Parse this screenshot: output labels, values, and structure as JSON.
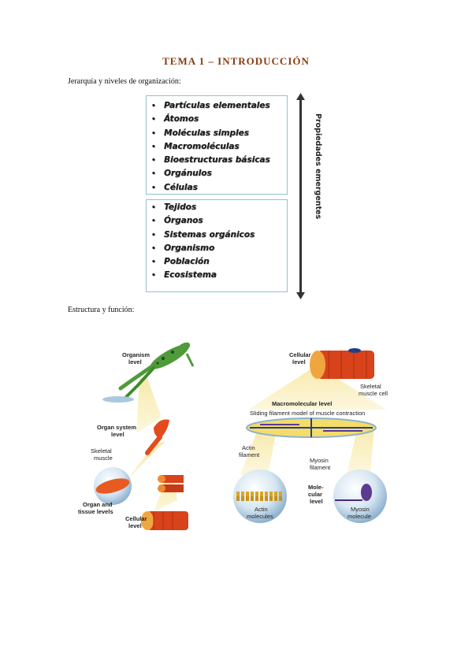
{
  "title": "TEMA 1 – INTRODUCCIÓN",
  "section1_heading": "Jerarquía y niveles de organización:",
  "list_top": [
    "Partículas elementales",
    "Átomos",
    "Moléculas simples",
    "Macromoléculas",
    "Bioestructuras básicas",
    "Orgánulos",
    "Células"
  ],
  "list_bottom": [
    "Tejidos",
    "Órganos",
    "Sistemas orgánicos",
    "Organismo",
    "Población",
    "Ecosistema"
  ],
  "vertical_label": "Propiedades emergentes",
  "section2_heading": "Estructura y función:",
  "figure": {
    "organism_level": [
      "Organism",
      "level"
    ],
    "organ_system_level": [
      "Organ system",
      "level"
    ],
    "skeletal_muscle": [
      "Skeletal",
      "muscle"
    ],
    "organ_tissue_levels": [
      "Organ and",
      "tissue levels"
    ],
    "cellular_level_small": [
      "Cellular",
      "level"
    ],
    "cellular_level_large": [
      "Cellular",
      "level"
    ],
    "skeletal_muscle_cell": [
      "Skeletal",
      "muscle cell"
    ],
    "macromolecular_level": "Macromolecular level",
    "sliding_filament": "Sliding filament model of muscle contraction",
    "actin_filament": [
      "Actin",
      "filament"
    ],
    "myosin_filament": [
      "Myosin",
      "filament"
    ],
    "molecular_level": [
      "Mole-",
      "cular",
      "level"
    ],
    "actin_molecules": [
      "Actin",
      "molecules"
    ],
    "myosin_molecule": [
      "Myosin",
      "molecule"
    ]
  }
}
